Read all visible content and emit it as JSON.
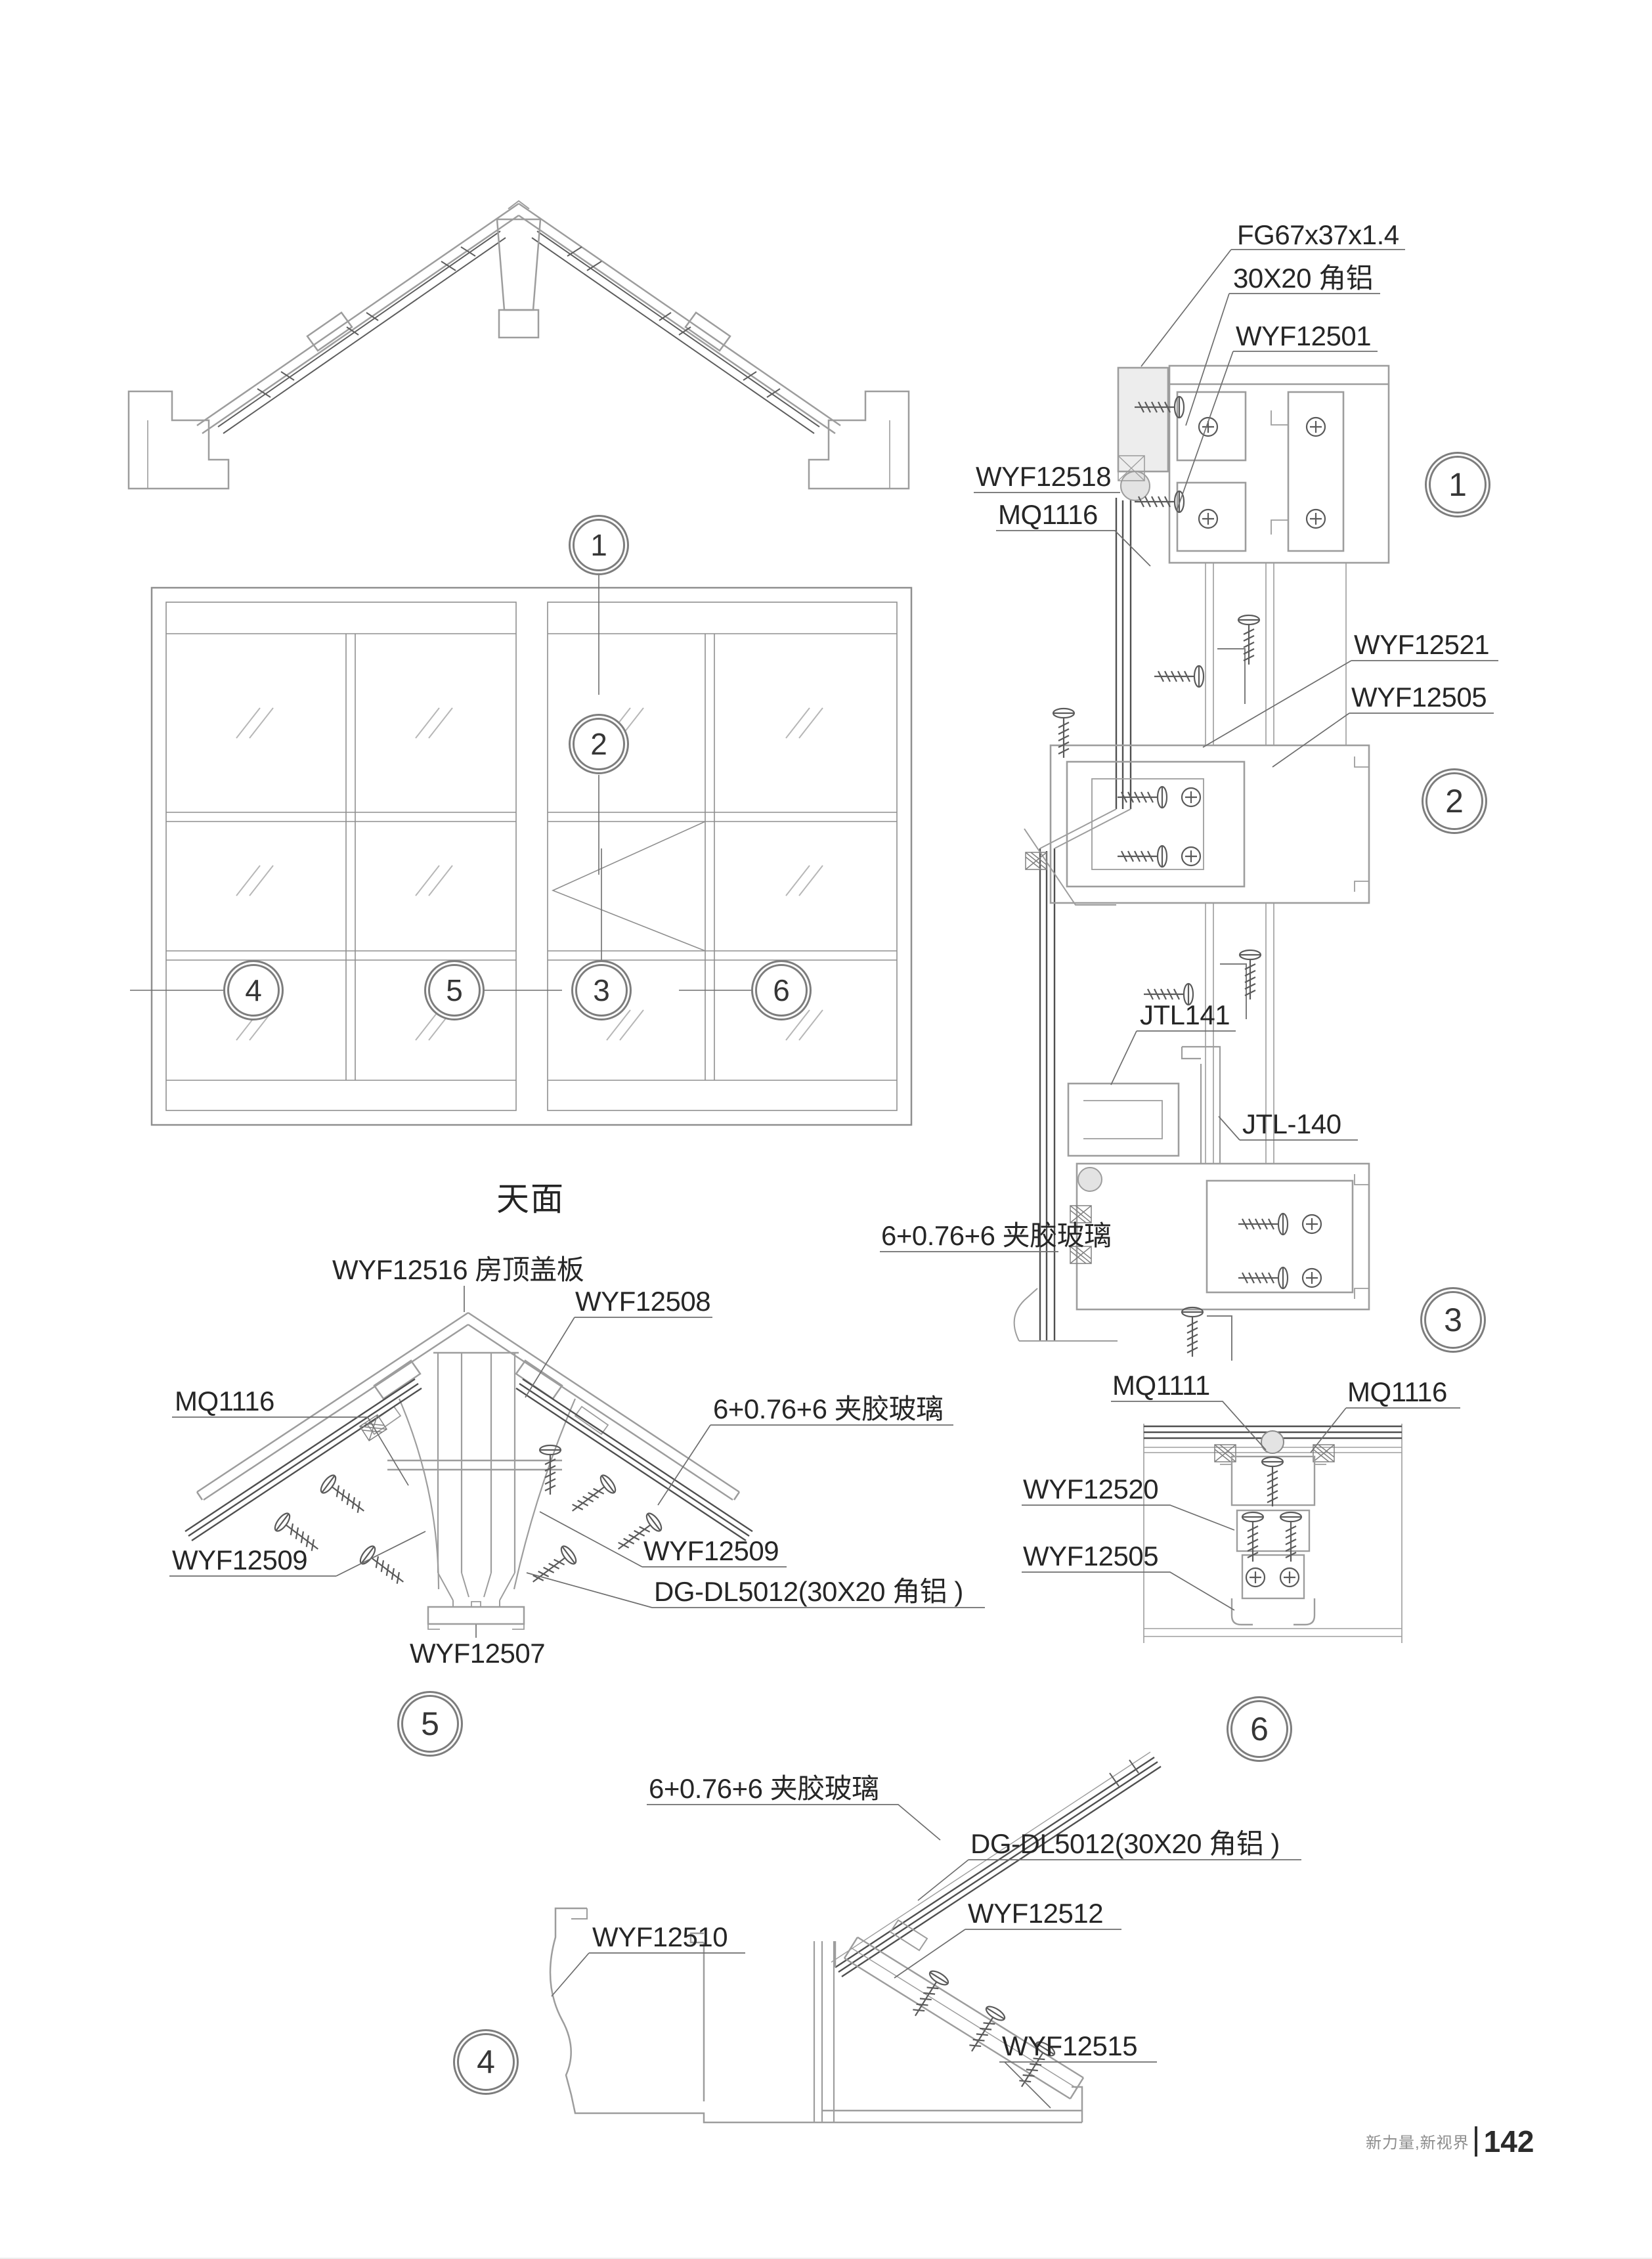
{
  "plan": {
    "title": "天面",
    "markers": {
      "m1": "1",
      "m2": "2",
      "m3": "3",
      "m4": "4",
      "m5": "5",
      "m6": "6"
    }
  },
  "details": {
    "d1": {
      "num": "1",
      "labels": {
        "l1": "FG67x37x1.4",
        "l2": "30X20 角铝",
        "l3": "WYF12501",
        "l4": "WYF12518",
        "l5": "MQ1116"
      }
    },
    "d2": {
      "num": "2",
      "labels": {
        "l1": "WYF12521",
        "l2": "WYF12505"
      }
    },
    "d3": {
      "num": "3",
      "labels": {
        "l1": "JTL141",
        "l2": "JTL-140",
        "l3": "6+0.76+6 夹胶玻璃"
      }
    },
    "d4": {
      "num": "4",
      "labels": {
        "l1": "6+0.76+6 夹胶玻璃",
        "l2": "DG-DL5012(30X20 角铝 )",
        "l3": "WYF12510",
        "l4": "WYF12512",
        "l5": "WYF12515"
      }
    },
    "d5": {
      "num": "5",
      "labels": {
        "l1": "WYF12516 房顶盖板",
        "l2": "WYF12508",
        "l3": "6+0.76+6 夹胶玻璃",
        "l4": "MQ1116",
        "l5": "WYF12509",
        "l6": "WYF12509",
        "l7": "DG-DL5012(30X20 角铝 )",
        "l8": "WYF12507"
      }
    },
    "d6": {
      "num": "6",
      "labels": {
        "l1": "MQ1111",
        "l2": "MQ1116",
        "l3": "WYF12520",
        "l4": "WYF12505"
      }
    }
  },
  "footer": {
    "brand": "新力量,新视界",
    "page": "142"
  }
}
